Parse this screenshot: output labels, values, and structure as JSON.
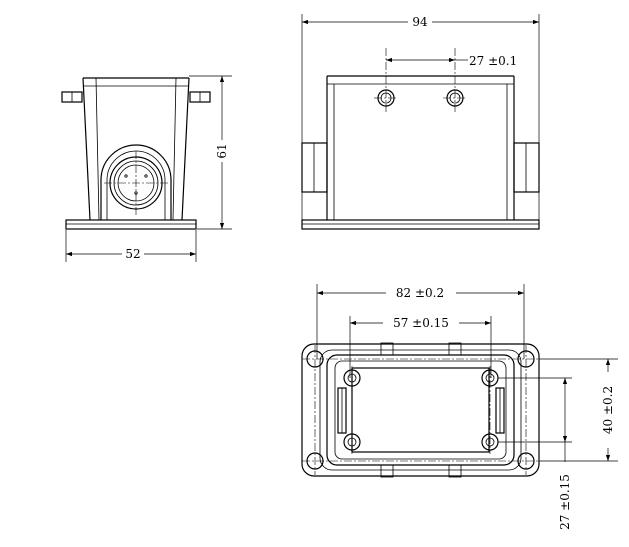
{
  "dimensions": {
    "front_width": "52",
    "front_height": "61",
    "side_width": "94",
    "side_pitch": "27 ±0.1",
    "bottom_outer": "82 ±0.2",
    "bottom_inner": "57 ±0.15",
    "bottom_height": "40 ±0.2",
    "bottom_pitch": "27 ±0.15"
  }
}
